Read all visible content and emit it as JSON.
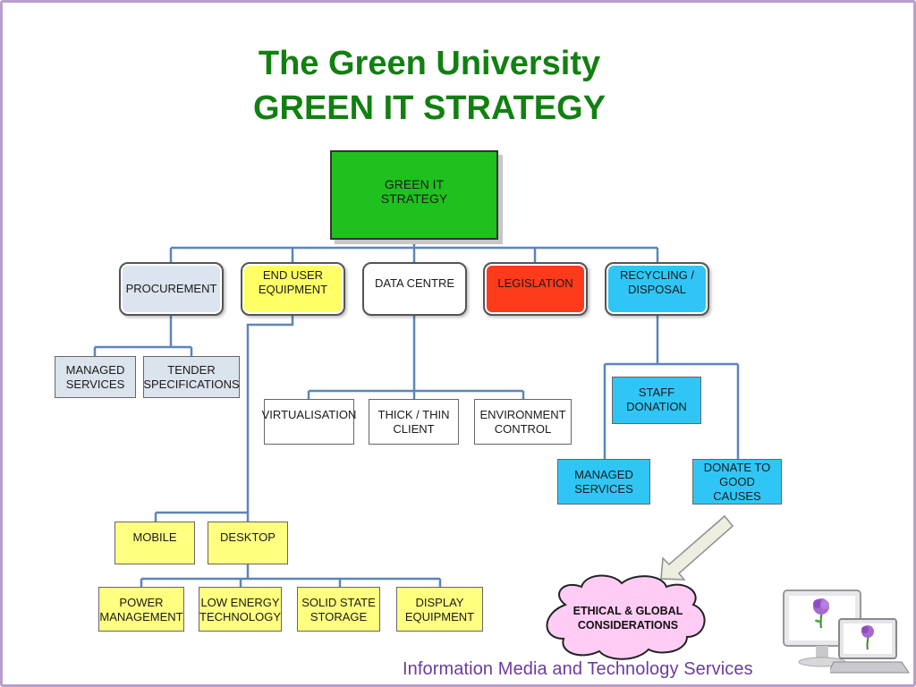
{
  "title": {
    "line1": "The Green University",
    "line2": "GREEN IT STRATEGY"
  },
  "root": "GREEN IT\nSTRATEGY",
  "categories": {
    "procurement": "PROCUREMENT",
    "end_user_equipment": "END USER\nEQUIPMENT",
    "data_centre": "DATA CENTRE",
    "legislation": "LEGISLATION",
    "recycling_disposal": "RECYCLING /\nDISPOSAL"
  },
  "procurement_children": {
    "managed_services": "MANAGED\nSERVICES",
    "tender_specifications": "TENDER\nSPECIFICATIONS"
  },
  "data_centre_children": {
    "virtualisation": "VIRTUALISATION",
    "thick_thin_client": "THICK / THIN\nCLIENT",
    "environment_control": "ENVIRONMENT\nCONTROL"
  },
  "recycling_children": {
    "staff_donation": "STAFF\nDONATION",
    "managed_services": "MANAGED\nSERVICES",
    "donate_to_good_causes": "DONATE TO\nGOOD\nCAUSES"
  },
  "end_user_children": {
    "mobile": "MOBILE",
    "desktop": "DESKTOP"
  },
  "desktop_children": {
    "power_management": "POWER\nMANAGEMENT",
    "low_energy_technology": "LOW ENERGY\nTECHNOLOGY",
    "solid_state_storage": "SOLID STATE\nSTORAGE",
    "display_equipment": "DISPLAY\nEQUIPMENT"
  },
  "cloud": "ETHICAL & GLOBAL\nCONSIDERATIONS",
  "footer": "Information Media and Technology Services",
  "colors": {
    "title": "#118011",
    "root": "#1fc11f",
    "legislation": "#ff3b1c",
    "recycling": "#2fc6f6",
    "end_user": "#ffff66",
    "connector": "#5b86b8",
    "cloud": "#ffccf5",
    "footer": "#6a3d9a"
  },
  "icons": [
    "arrow-icon",
    "flower-monitor-icon",
    "flower-laptop-icon"
  ]
}
